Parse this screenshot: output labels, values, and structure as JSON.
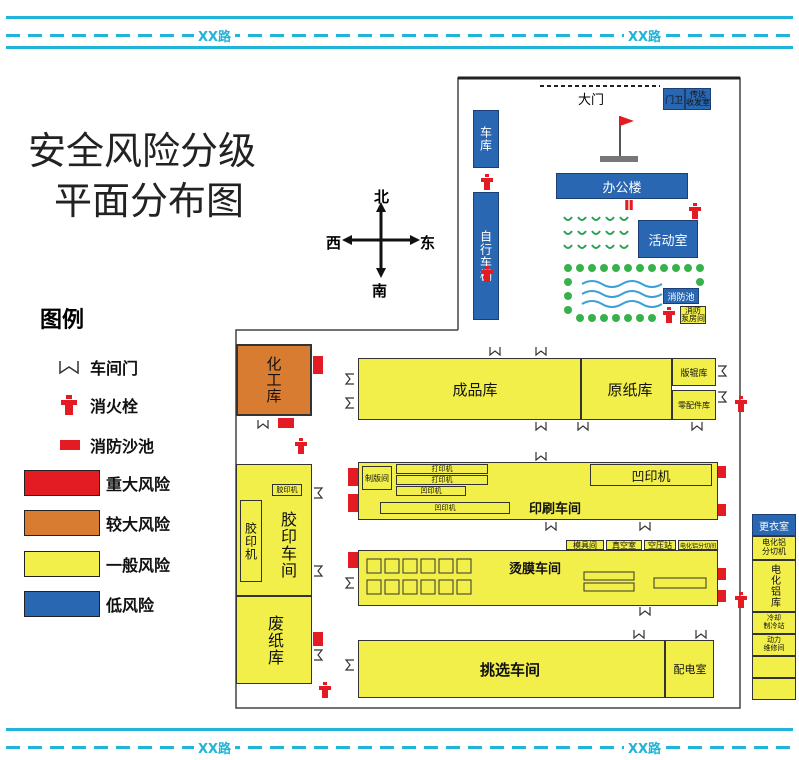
{
  "road": {
    "label": "XX路"
  },
  "title": {
    "line1": "安全风险分级",
    "line2": "平面分布图"
  },
  "compass": {
    "north": "北",
    "south": "南",
    "east": "东",
    "west": "西"
  },
  "legend": {
    "heading": "图例",
    "door": "车间门",
    "hydrant": "消火栓",
    "sandpit": "消防沙池",
    "major": "重大风险",
    "higher": "较大风险",
    "general": "一般风险",
    "low": "低风险"
  },
  "colors": {
    "major": "#e31b23",
    "higher": "#d87c31",
    "general": "#f2ef4a",
    "low": "#2a67b3",
    "road": "#1fb4d8"
  },
  "buildings": {
    "gate": "大门",
    "guard": "门卫",
    "guard_small": "传达\n收发室",
    "garage": "车库",
    "bike_shed": "自行车棚",
    "office": "办公楼",
    "activity": "活动室",
    "fire_pool": "消防池",
    "fire_pump": "消防\n泵房间",
    "chem_store": "化工库",
    "finished_store": "成品库",
    "paper_store": "原纸库",
    "plate_store": "版辊库",
    "parts_store": "零配件库",
    "print_shop": "印刷车间",
    "gravure": "凹印机",
    "plate_room": "制版间",
    "press1": "打印机",
    "press2": "打印机",
    "press3": "凹印机",
    "press4": "凹印机",
    "offset_shop": "胶印车间",
    "offset_press": "胶印机",
    "offset_small": "胶印机",
    "waste_store": "废纸库",
    "laminate_shop": "烫膜车间",
    "mold_room": "模具间",
    "vacuum_room": "真空室",
    "air_room": "空压站",
    "cutter_room": "电化铝分切间",
    "sorting_shop": "挑选车间",
    "power_room": "配电室",
    "changing": "更衣室",
    "foil_cut": "电化铝\n分切机",
    "foil_store": "电化铝库",
    "cooling": "冷却\n制冷站",
    "repair": "动力\n维修间"
  }
}
